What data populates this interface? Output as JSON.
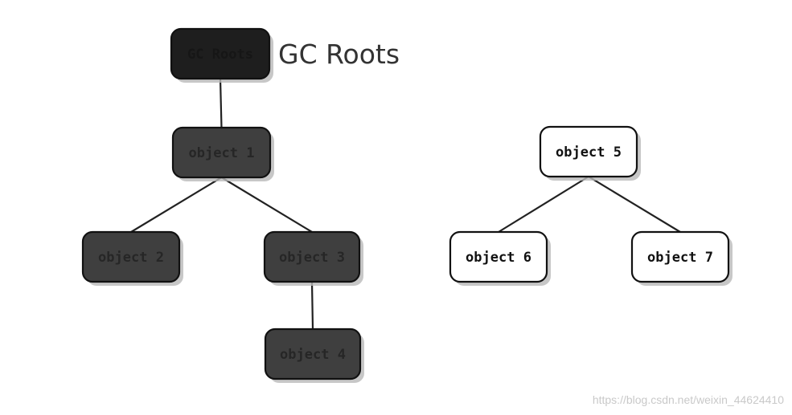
{
  "diagram": {
    "root_caption": "GC Roots",
    "watermark": "https://blog.csdn.net/weixin_44624410",
    "colors": {
      "reachable_fill": "#3f3f3f",
      "reachable_text": "#262626",
      "root_fill": "#1e1e1e",
      "unreachable_fill": "#ffffff",
      "unreachable_text": "#111111",
      "edge": "#222222",
      "shadow": "#b9b9b9",
      "caption": "#333333",
      "watermark": "#c9c9c9"
    },
    "nodes": [
      {
        "id": "gc-root",
        "label": "GC Roots",
        "reachable": true,
        "root": true
      },
      {
        "id": "object-1",
        "label": "object 1",
        "reachable": true
      },
      {
        "id": "object-2",
        "label": "object 2",
        "reachable": true
      },
      {
        "id": "object-3",
        "label": "object 3",
        "reachable": true
      },
      {
        "id": "object-4",
        "label": "object 4",
        "reachable": true
      },
      {
        "id": "object-5",
        "label": "object 5",
        "reachable": false
      },
      {
        "id": "object-6",
        "label": "object 6",
        "reachable": false
      },
      {
        "id": "object-7",
        "label": "object 7",
        "reachable": false
      }
    ],
    "edges": [
      {
        "from": "gc-root",
        "to": "object-1"
      },
      {
        "from": "object-1",
        "to": "object-2"
      },
      {
        "from": "object-1",
        "to": "object-3"
      },
      {
        "from": "object-3",
        "to": "object-4"
      },
      {
        "from": "object-5",
        "to": "object-6"
      },
      {
        "from": "object-5",
        "to": "object-7"
      }
    ]
  }
}
